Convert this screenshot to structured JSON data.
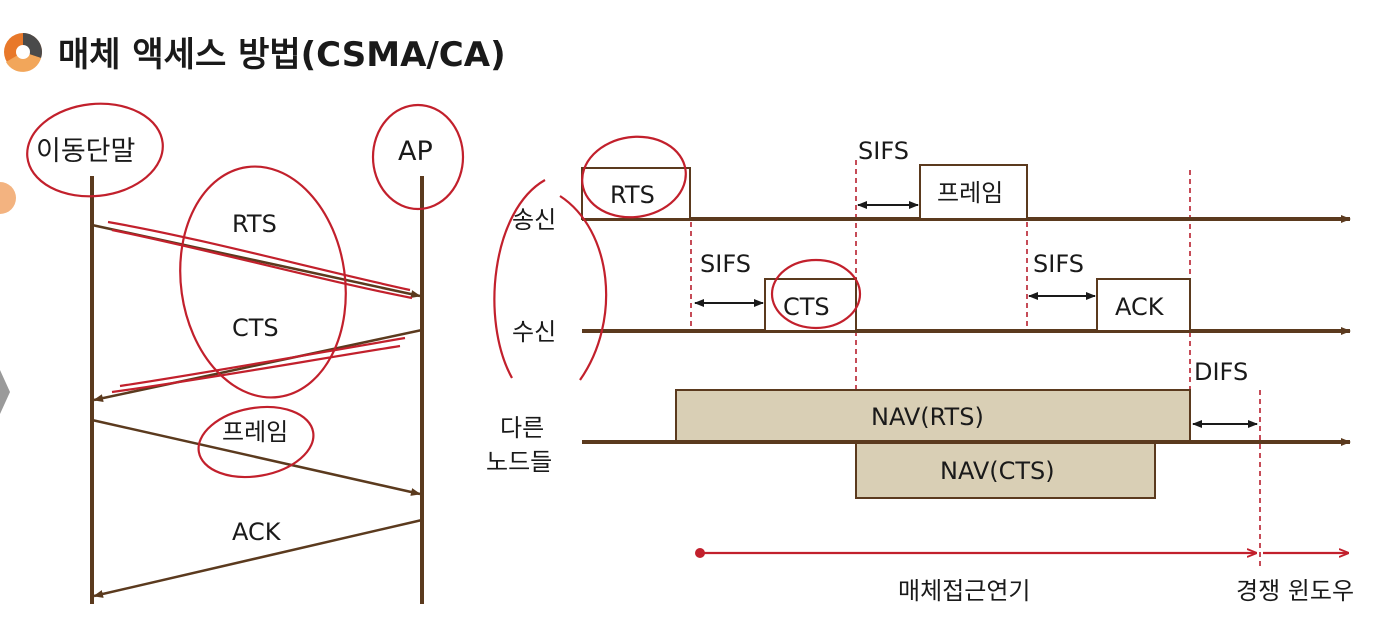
{
  "title": "매체 액세스 방법(CSMA/CA)",
  "left_diagram": {
    "node_a": "이동단말",
    "node_b": "AP",
    "messages": [
      "RTS",
      "CTS",
      "프레임",
      "ACK"
    ]
  },
  "right_diagram": {
    "rows": {
      "sender": "송신",
      "receiver": "수신",
      "others_line1": "다른",
      "others_line2": "노드들"
    },
    "frames": {
      "rts": "RTS",
      "frame": "프레임",
      "cts": "CTS",
      "ack": "ACK"
    },
    "gaps": {
      "sifs_1": "SIFS",
      "sifs_2": "SIFS",
      "sifs_3": "SIFS",
      "difs": "DIFS"
    },
    "nav": {
      "nav_rts": "NAV(RTS)",
      "nav_cts": "NAV(CTS)"
    },
    "timeline": {
      "access_delay": "매체접근연기",
      "contention_window": "경쟁 윈도우"
    }
  },
  "colors": {
    "line": "#5b3a1e",
    "nav_fill": "#d9cfb5",
    "annotation_red": "#c2202c",
    "logo_orange": "#e8782a"
  }
}
